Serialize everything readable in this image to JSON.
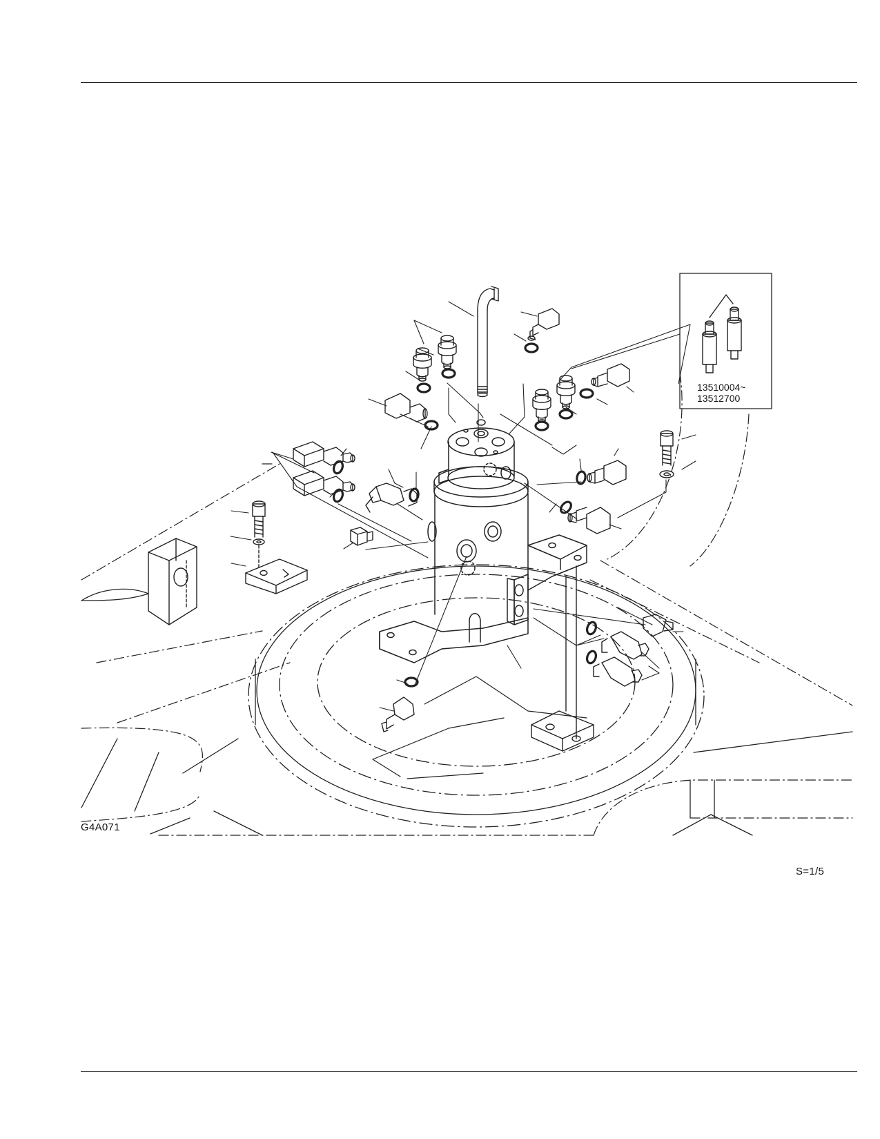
{
  "figure": {
    "code": "G4A071",
    "scale": "S=1/5",
    "inset": {
      "serial_range_start": "13510004~",
      "serial_range_end": "13512700"
    }
  }
}
